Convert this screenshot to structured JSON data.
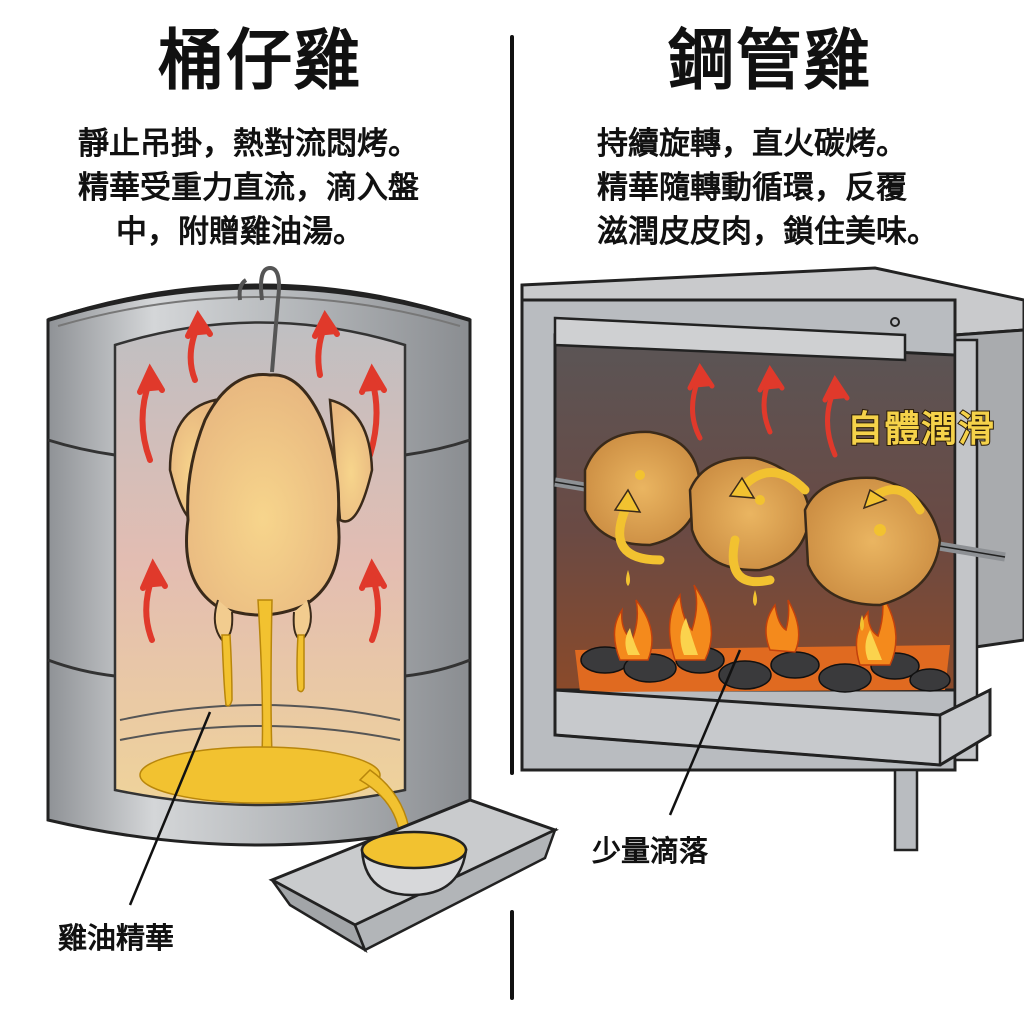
{
  "left_panel": {
    "title": "桶仔雞",
    "description_lines": [
      "靜止吊掛，熱對流悶烤。",
      "精華受重力直流，滴入盤",
      "中，附贈雞油湯。"
    ],
    "callout_label": "雞油精華",
    "icons": [
      "hook-icon",
      "heat-arrow-icon",
      "barrel-icon",
      "chicken-icon",
      "tray-icon",
      "bowl-icon"
    ]
  },
  "right_panel": {
    "title": "鋼管雞",
    "description_lines": [
      "持續旋轉，直火碳烤。",
      "精華隨轉動循環，反覆",
      "滋潤皮皮肉，鎖住美味。"
    ],
    "overlay_label": "自體潤滑",
    "callout_label": "少量滴落",
    "icons": [
      "rotisserie-oven-icon",
      "rotation-arrow-icon",
      "heat-arrow-icon",
      "charcoal-icon",
      "flame-icon"
    ]
  },
  "colors": {
    "heat_arrow": "#e0392b",
    "oil": "#f2c230",
    "steel": "#b9bcc0",
    "steel_dark": "#8d9094",
    "chicken": "#f0c88a",
    "roast_chicken": "#d99a4a",
    "fire": "#f48a1c",
    "coal": "#3a3a3c",
    "oven_interior": "#5d4a48",
    "overlay_label": "#f5d24a"
  }
}
